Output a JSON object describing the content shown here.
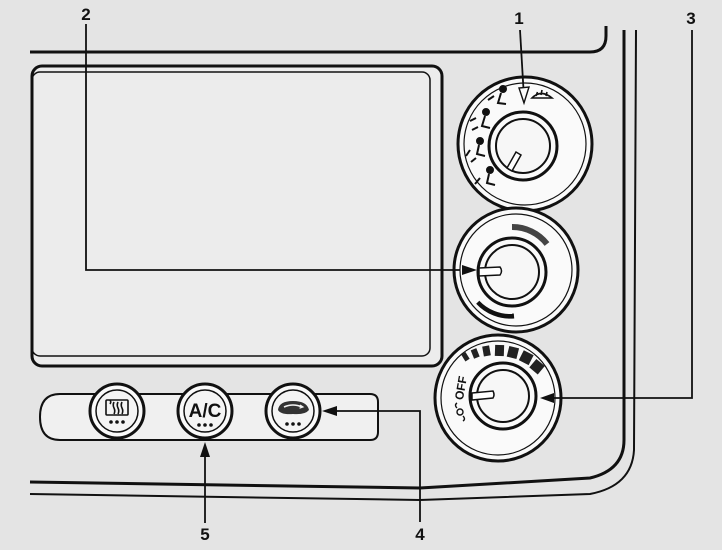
{
  "callouts": {
    "c1": "1",
    "c2": "2",
    "c3": "3",
    "c4": "4",
    "c5": "5"
  },
  "fan_knob": {
    "off_label": "OFF"
  },
  "buttons": {
    "ac_label": "A/C"
  },
  "icons": {
    "mode_dial": [
      "vent-face-icon",
      "vent-face-feet-icon",
      "vent-feet-icon",
      "vent-feet-defrost-icon",
      "windshield-defrost-icon"
    ],
    "rear_defrost": "rear-defrost-icon",
    "recirculation": "recirculation-icon"
  },
  "colors": {
    "background": "#e4e4e4",
    "line": "#111111",
    "panel_fill": "#f2f2f2"
  }
}
